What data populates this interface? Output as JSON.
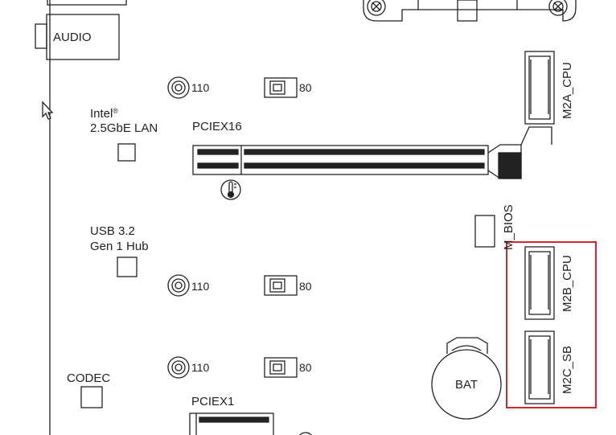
{
  "labels": {
    "audio": "AUDIO",
    "intel_brand": "Intel",
    "intel_reg": "®",
    "intel_lan": "2.5GbE LAN",
    "pciex16": "PCIEX16",
    "usb_line1": "USB 3.2",
    "usb_line2": "Gen 1 Hub",
    "codec": "CODEC",
    "pciex1": "PCIEX1",
    "bat": "BAT",
    "m_bios": "M_BIOS",
    "m2a_cpu": "M2A_CPU",
    "m2b_cpu": "M2B_CPU",
    "m2c_sb": "M2C_SB"
  },
  "standoffs": {
    "row1_round": "110",
    "row1_square": "80",
    "row2_round": "110",
    "row2_square": "80",
    "row3_round": "110",
    "row3_square": "80"
  },
  "highlight_color": "#d9252c",
  "line_color": "#222222",
  "icons": [
    "thermometer-icon",
    "cursor-arrow-icon"
  ]
}
